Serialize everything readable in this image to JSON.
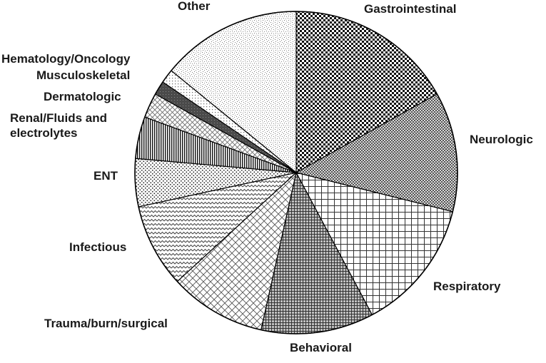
{
  "chart_data": {
    "type": "pie",
    "title": "",
    "start_angle_deg": 0,
    "direction": "clockwise",
    "legend": "none",
    "categories": [
      "Gastrointestinal",
      "Neurologic",
      "Respiratory",
      "Behavioral",
      "Trauma/burn/surgical",
      "Infectious",
      "ENT",
      "Renal/Fluids and electrolytes",
      "Dermatologic",
      "Musculoskeletal",
      "Hematology/Oncology",
      "Other"
    ],
    "label_lines": [
      [
        "Gastrointestinal"
      ],
      [
        "Neurologic"
      ],
      [
        "Respiratory"
      ],
      [
        "Behavioral"
      ],
      [
        "Trauma/burn/surgical"
      ],
      [
        "Infectious"
      ],
      [
        "ENT"
      ],
      [
        "Renal/Fluids and",
        "electrolytes"
      ],
      [
        "Dermatologic"
      ],
      [
        "Musculoskeletal"
      ],
      [
        "Hematology/Oncology"
      ],
      [
        "Other"
      ]
    ],
    "values": [
      16.9,
      12.0,
      13.3,
      11.3,
      9.7,
      8.4,
      4.8,
      4.2,
      2.5,
      1.4,
      1.4,
      14.1
    ],
    "fill_patterns": [
      "checker-fine",
      "checker-gray",
      "grid-square",
      "grid-dense",
      "diagonal-cross",
      "wave",
      "dots",
      "vertical-lines",
      "diagonal-cross-light",
      "solid-dark",
      "dots-light",
      "stipple"
    ]
  }
}
